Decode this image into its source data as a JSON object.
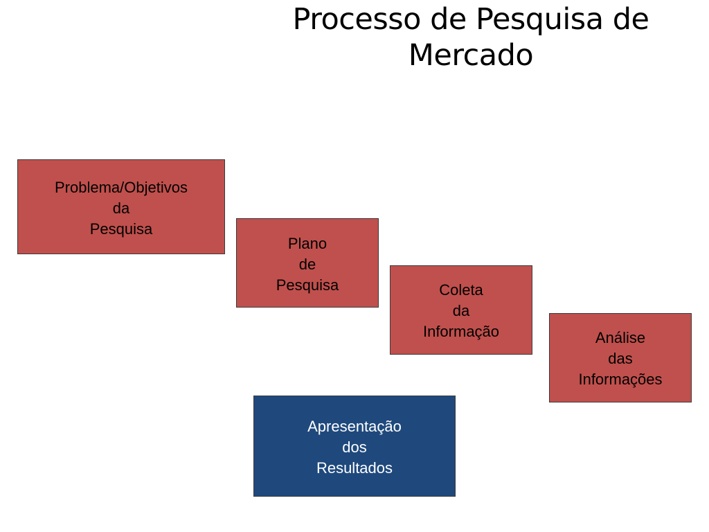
{
  "title": {
    "line1": "Processo de Pesquisa de",
    "line2": "Mercado"
  },
  "steps": [
    {
      "lines": [
        "Problema/Objetivos",
        "da",
        "Pesquisa"
      ],
      "color": "#c0504d"
    },
    {
      "lines": [
        "Plano",
        "de",
        "Pesquisa"
      ],
      "color": "#c0504d"
    },
    {
      "lines": [
        "Coleta",
        "da",
        "Informação"
      ],
      "color": "#c0504d"
    },
    {
      "lines": [
        "Análise",
        "das",
        "Informações"
      ],
      "color": "#c0504d"
    },
    {
      "lines": [
        "Apresentação",
        "dos",
        "Resultados"
      ],
      "color": "#1f497d"
    }
  ]
}
